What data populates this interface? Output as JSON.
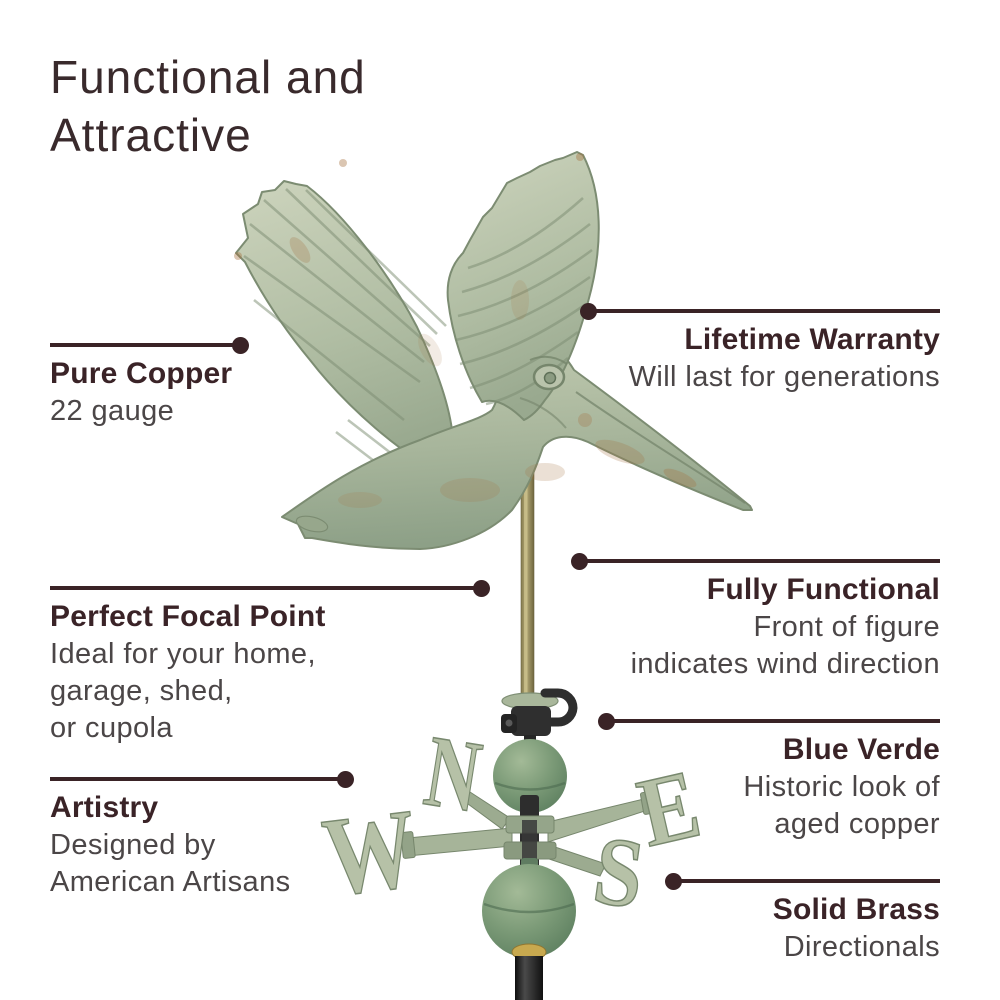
{
  "title": {
    "line1": "Functional and",
    "line2": "Attractive"
  },
  "callouts": [
    {
      "heading": "Pure Copper",
      "lines": [
        "22 gauge"
      ]
    },
    {
      "heading": "Lifetime Warranty",
      "lines": [
        "Will last for generations"
      ]
    },
    {
      "heading": "Perfect Focal Point",
      "lines": [
        "Ideal for your home,",
        "garage, shed,",
        "or cupola"
      ]
    },
    {
      "heading": "Fully Functional",
      "lines": [
        "Front of figure",
        "indicates wind direction"
      ]
    },
    {
      "heading": "Blue Verde",
      "lines": [
        "Historic look of",
        "aged copper"
      ]
    },
    {
      "heading": "Artistry",
      "lines": [
        "Designed by",
        "American Artisans"
      ]
    },
    {
      "heading": "Solid Brass",
      "lines": [
        "Directionals"
      ]
    }
  ],
  "weathervane": {
    "directionals": {
      "west": "W",
      "north": "N",
      "south": "S",
      "east": "E"
    }
  },
  "colors": {
    "accent": "#3a2326",
    "heading": "#3a2327",
    "body_text": "#4b4647",
    "verdigris_light": "#c5cdb4",
    "verdigris": "#a2b196",
    "ball_green": "#6e8c6c",
    "brass": "#b0a26b",
    "hardware_black": "#2b2b2b"
  }
}
